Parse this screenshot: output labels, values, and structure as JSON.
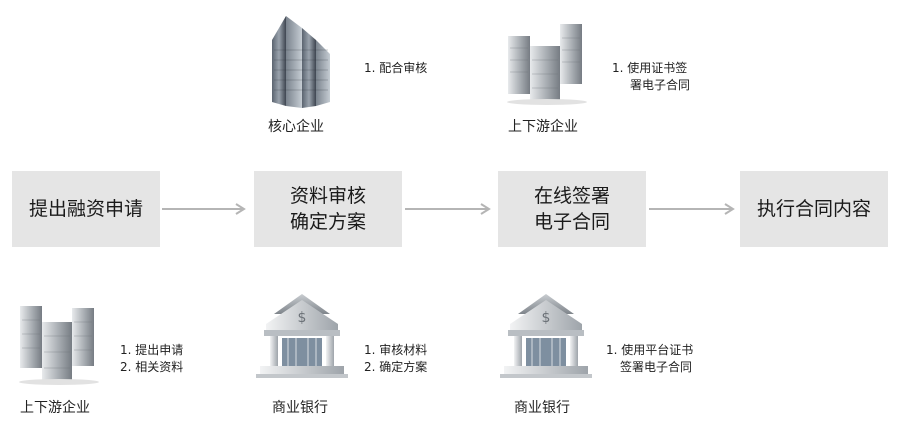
{
  "process": {
    "steps": [
      {
        "lines": [
          "提出融资申请"
        ]
      },
      {
        "lines": [
          "资料审核",
          "确定方案"
        ]
      },
      {
        "lines": [
          "在线签署",
          "电子合同"
        ]
      },
      {
        "lines": [
          "执行合同内容"
        ]
      }
    ]
  },
  "top": {
    "core": {
      "label": "核心企业",
      "notes": [
        "1. 配合审核"
      ],
      "icon": "skyscraper-icon"
    },
    "upstream": {
      "label": "上下游企业",
      "notes": [
        "1. 使用证书签",
        "署电子合同"
      ],
      "icon": "office-buildings-icon"
    }
  },
  "bottom": {
    "upstream": {
      "label": "上下游企业",
      "notes": [
        "1. 提出申请",
        "2. 相关资料"
      ],
      "icon": "office-buildings-icon"
    },
    "bank1": {
      "label": "商业银行",
      "notes": [
        "1. 审核材料",
        "2. 确定方案"
      ],
      "icon": "bank-icon"
    },
    "bank2": {
      "label": "商业银行",
      "notes": [
        "1. 使用平台证书",
        "签署电子合同"
      ],
      "icon": "bank-icon"
    }
  },
  "colors": {
    "box": "#e5e5e5",
    "arrow": "#b5b5b5",
    "text": "#222222"
  }
}
